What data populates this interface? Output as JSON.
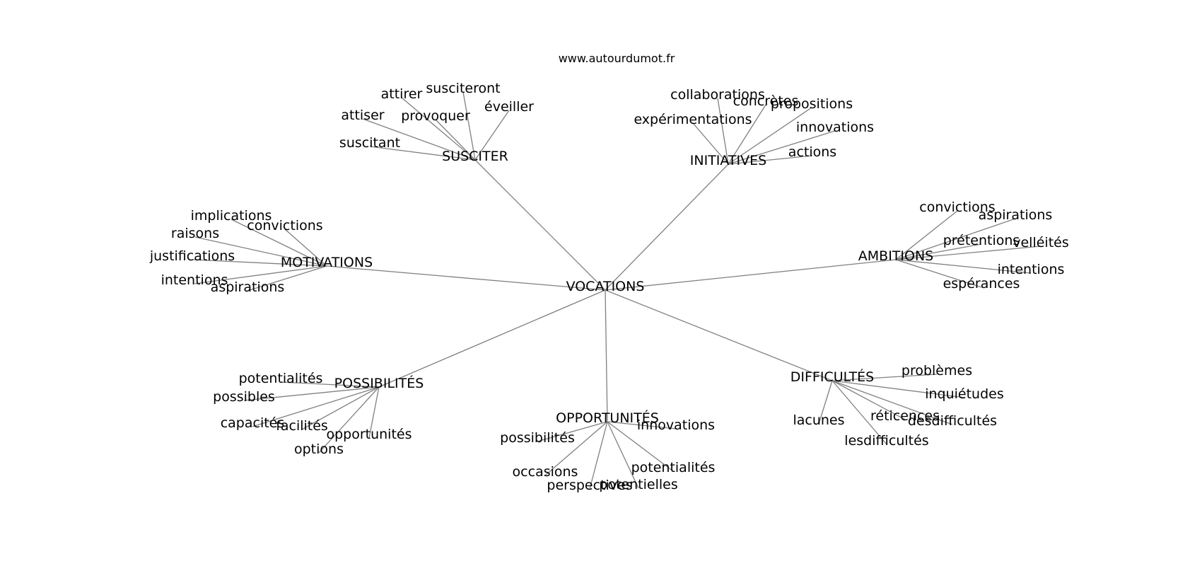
{
  "source": "www.autourdumot.fr",
  "line_color": "#808080",
  "center": "VOCATIONS",
  "clusters": [
    {
      "name": "SUSCITER",
      "words": [
        "attirer",
        "susciteront",
        "éveiller",
        "provoquer",
        "attiser",
        "suscitant"
      ]
    },
    {
      "name": "INITIATIVES",
      "words": [
        "collaborations",
        "concrètes",
        "propositions",
        "expérimentations",
        "innovations",
        "actions"
      ]
    },
    {
      "name": "MOTIVATIONS",
      "words": [
        "implications",
        "convictions",
        "raisons",
        "justifications",
        "intentions",
        "aspirations"
      ]
    },
    {
      "name": "AMBITIONS",
      "words": [
        "convictions",
        "aspirations",
        "prétentions",
        "velléités",
        "intentions",
        "espérances"
      ]
    },
    {
      "name": "POSSIBILITÉS",
      "words": [
        "potentialités",
        "possibles",
        "capacités",
        "facilités",
        "opportunités",
        "options"
      ]
    },
    {
      "name": "OPPORTUNITÉS",
      "words": [
        "innovations",
        "possibilités",
        "occasions",
        "perspectives",
        "potentielles",
        "potentialités"
      ]
    },
    {
      "name": "DIFFICULTÉS",
      "words": [
        "problèmes",
        "inquiétudes",
        "réticences",
        "desdifficultés",
        "lacunes",
        "lesdifficultés"
      ]
    }
  ]
}
